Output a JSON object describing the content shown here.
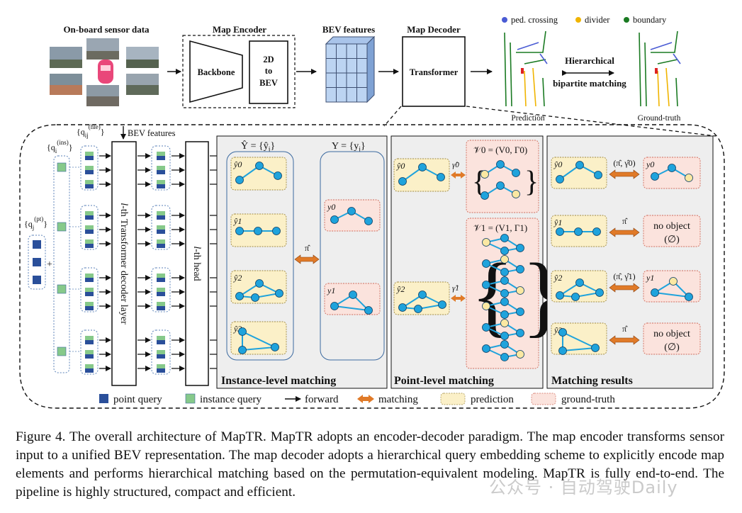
{
  "top": {
    "sensor_label": "On-board sensor data",
    "encoder_label": "Map Encoder",
    "backbone_label": "Backbone",
    "bev2d_label": "2D",
    "bev_to_label": "to",
    "bev_bev_label": "BEV",
    "bev_features_label": "BEV features",
    "decoder_label": "Map Decoder",
    "transformer_label": "Transformer",
    "hier_line1": "Hierarchical",
    "hier_line2": "bipartite matching",
    "prediction_label": "Prediction",
    "groundtruth_label": "Ground-truth",
    "legend_ped": "ped. crossing",
    "legend_divider": "divider",
    "legend_boundary": "boundary"
  },
  "colors": {
    "ped": "#4a5bd4",
    "divider": "#f0b400",
    "boundary": "#1a7a22",
    "point_query": "#2a4f9a",
    "instance_query": "#86c98a",
    "prediction_fill": "#fbf0c8",
    "groundtruth_fill": "#fbe3dd",
    "panel_fill": "#eeeeee",
    "node": "#1fa3dc",
    "node_gt_yellow": "#fbe8a2",
    "matching_arrow": "#e07a28"
  },
  "detail": {
    "bev_features_label": "BEV features",
    "q_ins": "{q",
    "q_ins_sup": "(ins)",
    "q_ins_sub": "i",
    "q_hie": "{q",
    "q_hie_sup": "(hie)",
    "q_hie_sub": "ij",
    "q_pt": "{q",
    "q_pt_sup": "(pt)",
    "q_pt_sub": "j",
    "plus": "+",
    "decoder_layer_label": "l-th Transformer decoder layer",
    "head_label": "l-th head"
  },
  "instance_panel": {
    "title": "Instance-level matching",
    "pred_set": "Ŷ = {ŷ",
    "gt_set": "Y = {y",
    "set_sub": "i",
    "pred_labels": [
      "ŷ0",
      "ŷ1",
      "ŷ2",
      "ŷ3"
    ],
    "gt_labels": [
      "y0",
      "y1"
    ],
    "match_symbol": "π̂"
  },
  "point_panel": {
    "title": "Point-level matching",
    "pred_labels": [
      "ŷ0",
      "ŷ2"
    ],
    "gamma_labels": [
      "γ̂0",
      "γ̂1"
    ],
    "v0_label": "𝒱0 = (V0, Γ0)",
    "v1_label": "𝒱1 = (V1, Γ1)"
  },
  "results_panel": {
    "title": "Matching results",
    "pred_labels": [
      "ŷ0",
      "ŷ1",
      "ŷ2",
      "ŷ3"
    ],
    "match_labels": [
      "(π̂, γ̂0)",
      "π̂",
      "(π̂, γ̂1)",
      "π̂"
    ],
    "gt_labels": [
      "y0",
      "",
      "y1",
      ""
    ],
    "no_object": "no object",
    "empty_set": "(∅)"
  },
  "legend": {
    "point_query": "point query",
    "instance_query": "instance query",
    "forward": "forward",
    "matching": "matching",
    "prediction": "prediction",
    "ground_truth": "ground-truth"
  },
  "caption": "Figure 4. The overall architecture of MapTR. MapTR adopts an encoder-decoder paradigm. The map encoder transforms sensor input to a unified BEV representation. The map decoder adopts a hierarchical query embedding scheme to explicitly encode map elements and performs hierarchical matching based on the permutation-equivalent modeling. MapTR is fully end-to-end. The pipeline is highly structured, compact and efficient.",
  "watermark": "公众号 · 自动驾驶Daily"
}
